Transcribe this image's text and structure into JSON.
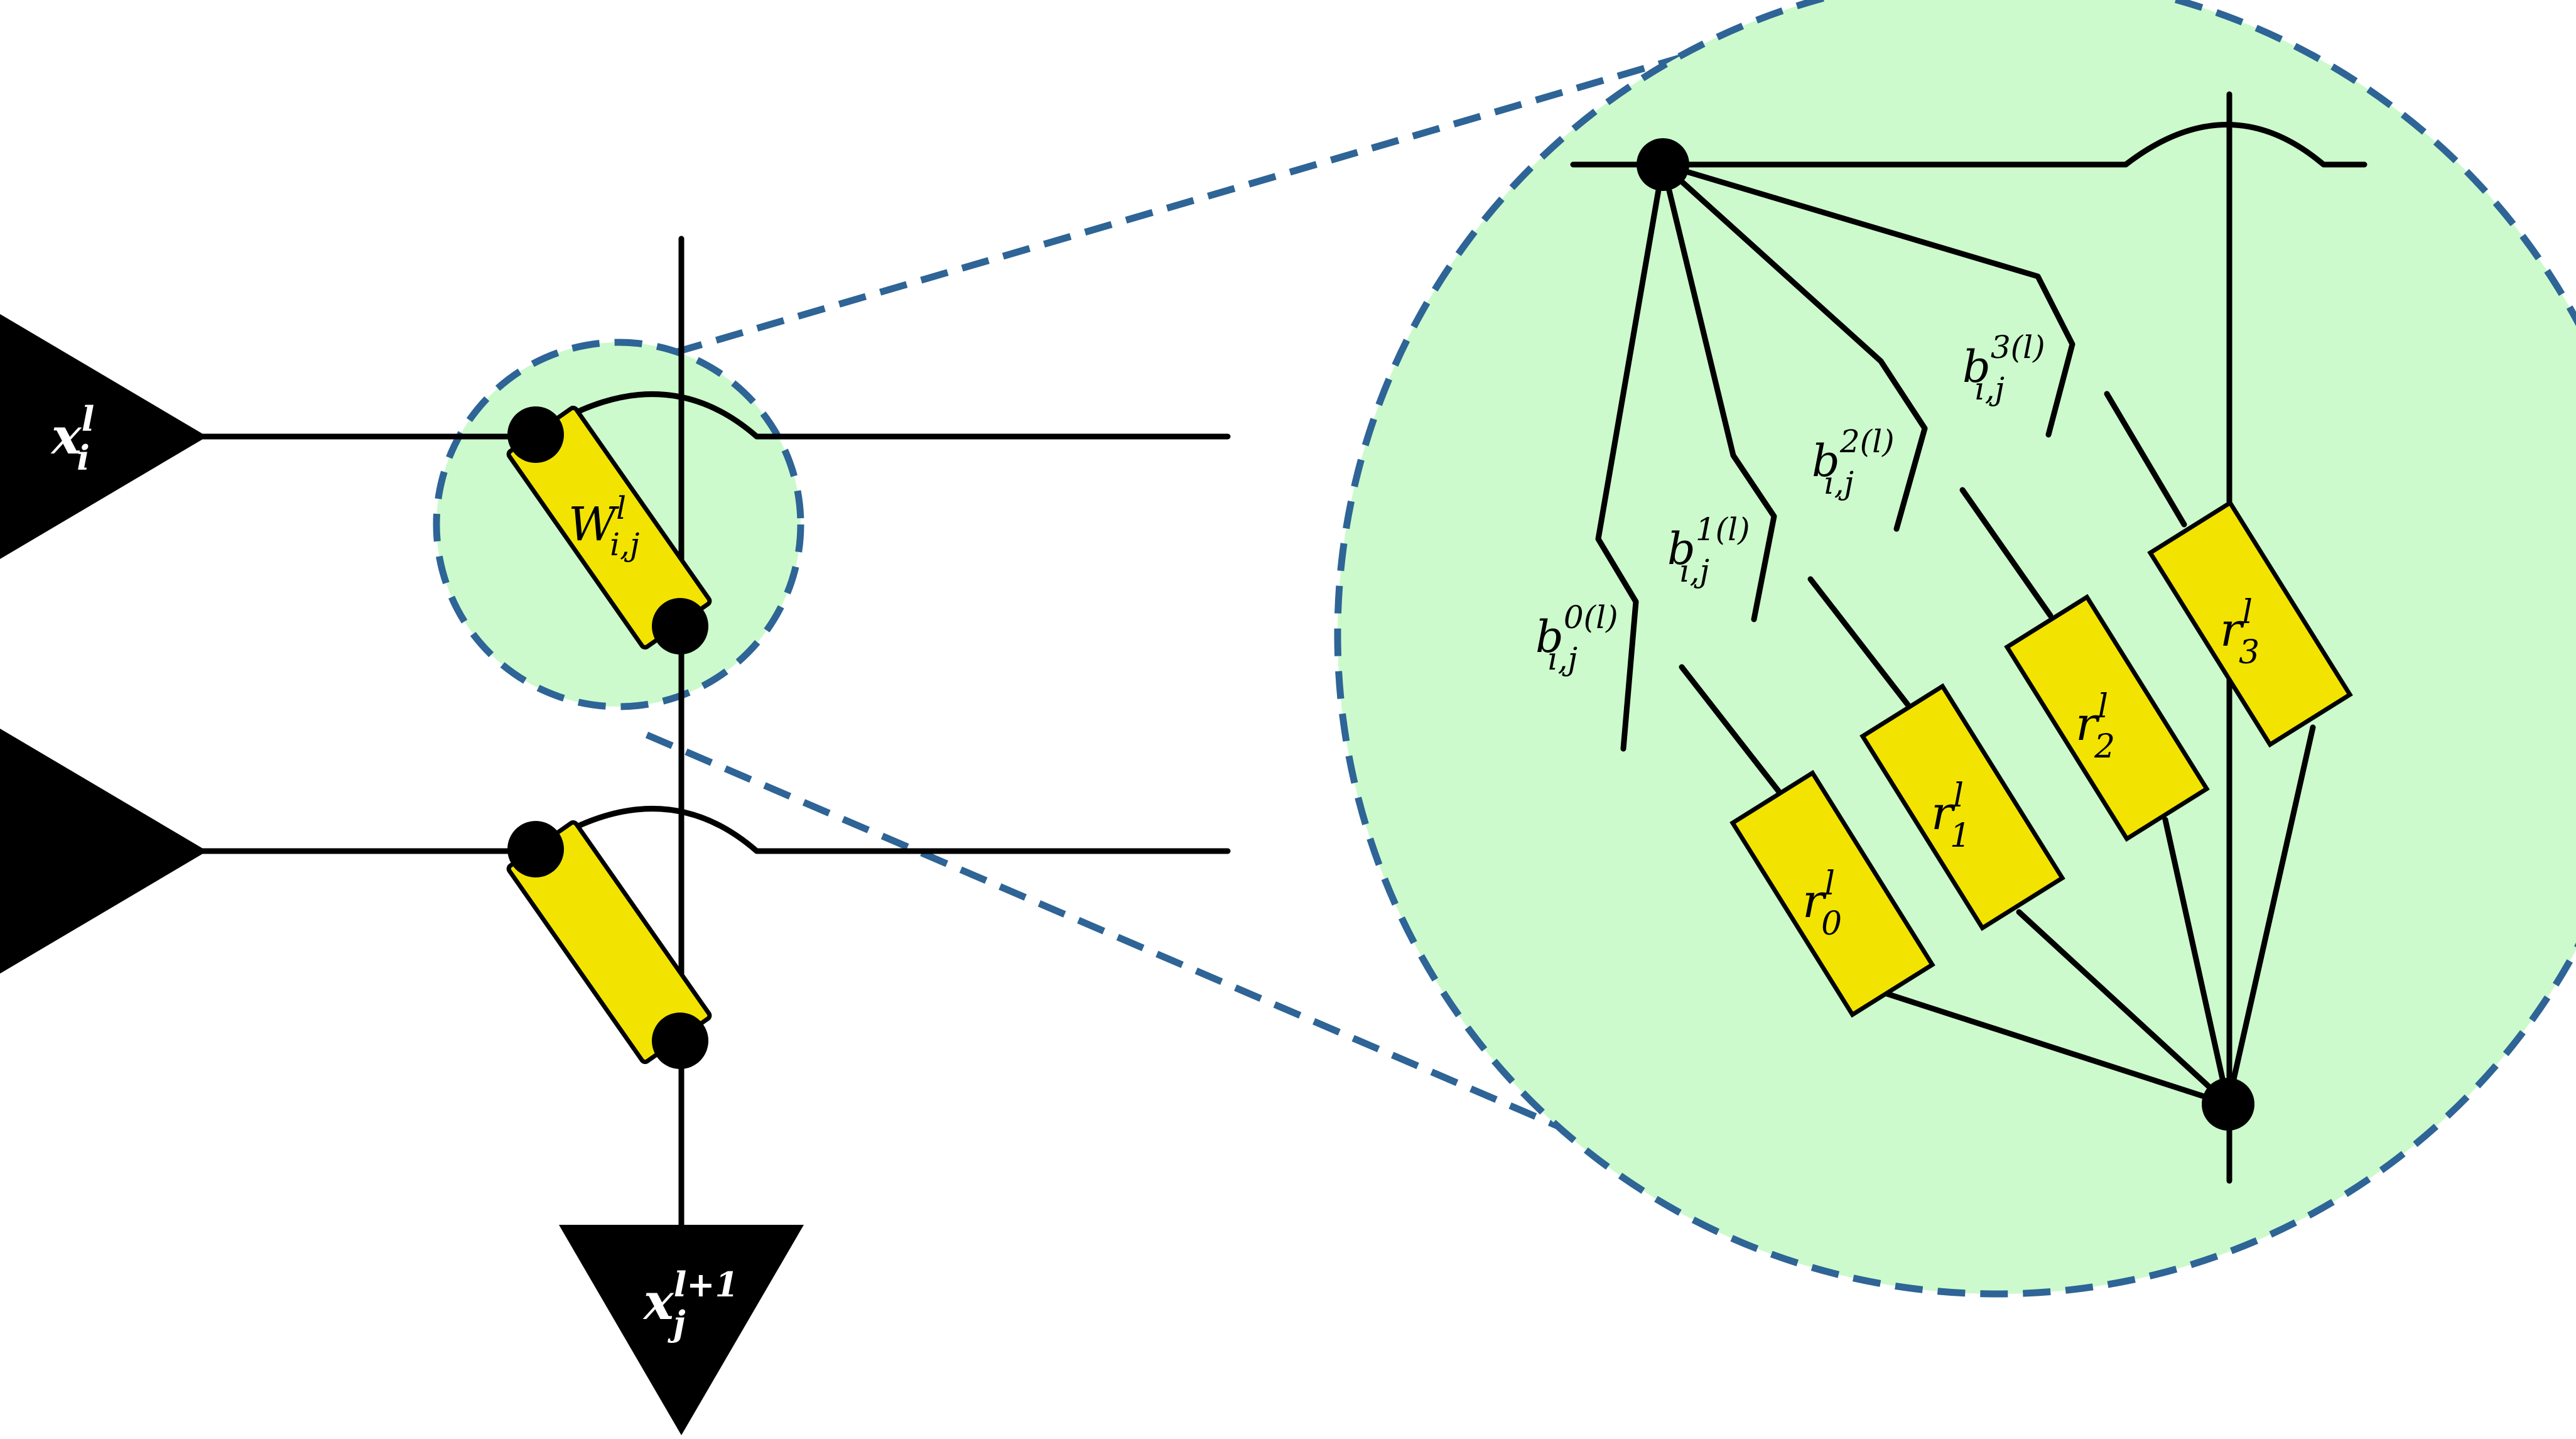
{
  "colors": {
    "zoom_fill": "#ccfacc",
    "zoom_border": "#2e6496",
    "resistor_fill": "#f2e400",
    "wire": "#000000",
    "triangle": "#000000",
    "label_on_triangle": "#ffffff"
  },
  "inputs": [
    {
      "label": "x_i^l",
      "base": "x",
      "sub": "i",
      "sup": "l"
    },
    {
      "label": "",
      "base": "",
      "sub": "",
      "sup": ""
    }
  ],
  "output": {
    "label": "x_j^{l+1}",
    "base": "x",
    "sub": "j",
    "sup": "l+1"
  },
  "weight": {
    "label": "W_{i,j}^l",
    "base": "W",
    "sub": "i,j",
    "sup": "l"
  },
  "zoom": {
    "biases": [
      {
        "base": "b",
        "sub": "i,j",
        "sup": "0(l)"
      },
      {
        "base": "b",
        "sub": "i,j",
        "sup": "1(l)"
      },
      {
        "base": "b",
        "sub": "i,j",
        "sup": "2(l)"
      },
      {
        "base": "b",
        "sub": "i,j",
        "sup": "3(l)"
      }
    ],
    "resistors": [
      {
        "base": "r",
        "sub": "0",
        "sup": "l"
      },
      {
        "base": "r",
        "sub": "1",
        "sup": "l"
      },
      {
        "base": "r",
        "sub": "2",
        "sup": "l"
      },
      {
        "base": "r",
        "sub": "3",
        "sup": "l"
      }
    ]
  }
}
